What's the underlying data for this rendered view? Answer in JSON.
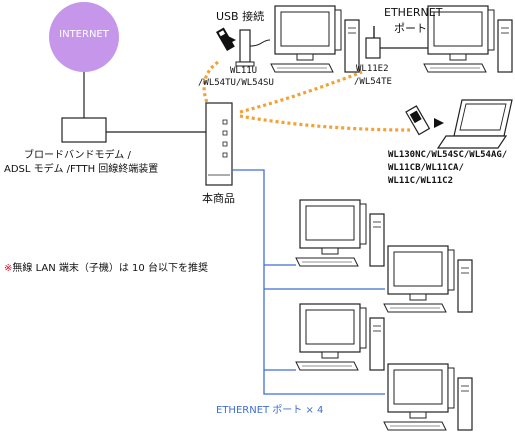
{
  "internet": {
    "label": "INTERNET",
    "color": "#c596ea"
  },
  "usb": {
    "label": "USB 接続"
  },
  "ethernet_top": {
    "line1": "ETHERNET",
    "line2": "ポート"
  },
  "adapters": {
    "usb_model_1": "WL11U",
    "usb_model_2": "/WL54TU/WL54SU",
    "eth_model_1": "WL11E2",
    "eth_model_2": "/WL54TE"
  },
  "modem": {
    "line1": "ブロードバンドモデム /",
    "line2": "ADSL モデム /FTTH 回線終端装置"
  },
  "product": {
    "label": "本商品"
  },
  "cards": {
    "line1": "WL130NC/WL54SC/WL54AG/",
    "line2": "WL11CB/WL11CA/",
    "line3": "WL11C/WL11C2"
  },
  "note": {
    "mark": "※",
    "text": "無線 LAN 端末（子機）は 10 台以下を推奨",
    "mark_color": "#e8102a"
  },
  "ethernet_ports": {
    "label": "ETHERNET ポート × 4",
    "color": "#3f6fd1"
  },
  "colors": {
    "wireless": "#f5a030",
    "cable_blue": "#3f6fd1",
    "line_black": "#222222"
  }
}
